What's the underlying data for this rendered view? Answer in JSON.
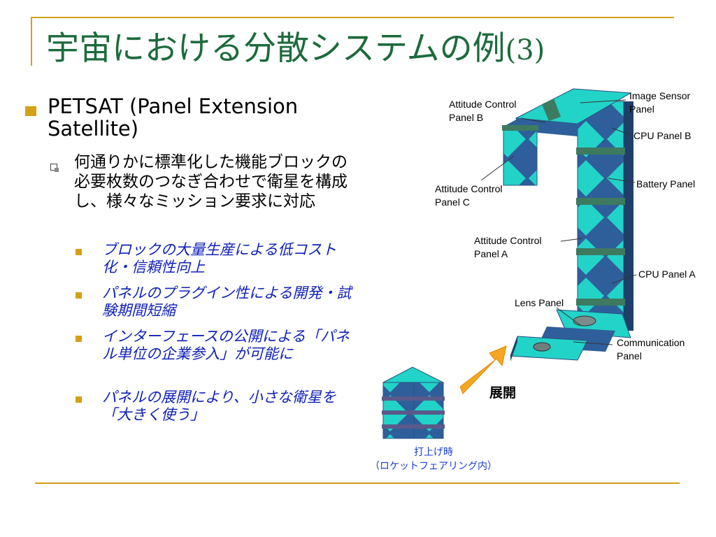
{
  "slide": {
    "title_text": "宇宙における分散システムの例",
    "title_num": "(3)"
  },
  "bullets": {
    "level1": "PETSAT (Panel Extension Satellite)",
    "level2": "何通りかに標準化した機能ブロックの必要枚数のつなぎ合わせで衛星を構成し、様々なミッション要求に対応",
    "level3": [
      "ブロックの大量生産による低コスト化・信頼性向上",
      "パネルのプラグイン性による開発・試験期間短縮",
      "インターフェースの公開による「パネル単位の企業参入」が可能に",
      "パネルの展開により、小さな衛星を「大きく使う」"
    ]
  },
  "figure": {
    "labels": {
      "image_sensor": [
        "Image Sensor",
        "Panel"
      ],
      "attitude_b": [
        "Attitude Control",
        "Panel B"
      ],
      "cpu_b": [
        "CPU Panel B"
      ],
      "battery": [
        "Battery Panel"
      ],
      "attitude_c": [
        "Attitude Control",
        "Panel C"
      ],
      "attitude_a": [
        "Attitude Control",
        "Panel A"
      ],
      "cpu_a": [
        "CPU Panel A"
      ],
      "lens": [
        "Lens Panel"
      ],
      "comm": [
        "Communication",
        "Panel"
      ]
    },
    "deploy_label": "展開",
    "caption": [
      "打上げ時",
      "（ロケットフェアリング内）"
    ],
    "colors": {
      "panel_face": "#22d3c8",
      "panel_dark": "#2f5f9a",
      "hinge": "#3d7a60",
      "arrow": "#f5a623"
    }
  }
}
